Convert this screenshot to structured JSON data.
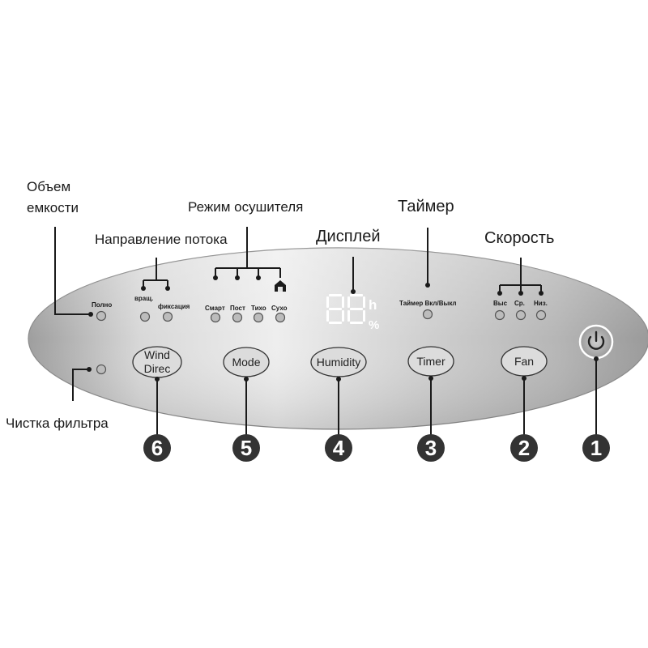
{
  "callouts": {
    "tank_volume": [
      "Объем",
      "емкости"
    ],
    "airflow_direction": "Направление потока",
    "dryer_mode": "Режим осушителя",
    "display": "Дисплей",
    "timer": "Таймер",
    "speed": "Скорость",
    "filter_clean": "Чистка фильтра"
  },
  "panel": {
    "full_indicator": "Полно",
    "swing": "вращ.",
    "fixed": "фиксация",
    "modes": [
      "Смарт",
      "Пост",
      "Тихо",
      "Сухо"
    ],
    "timer_toggle": "Таймер Вкл/Выкл",
    "speeds": [
      "Выс",
      "Ср.",
      "Низ."
    ],
    "display_digits": "88",
    "display_unit_h": "h",
    "display_unit_pct": "%"
  },
  "buttons": {
    "wind_direction": [
      "Wind",
      "Direc"
    ],
    "mode": "Mode",
    "humidity": "Humidity",
    "timer": "Timer",
    "fan": "Fan",
    "power_icon": "power-icon"
  },
  "numbers": [
    "6",
    "5",
    "4",
    "3",
    "2",
    "1"
  ],
  "colors": {
    "panel_light": "#e6e6e6",
    "panel_dark": "#a8a8a8",
    "badge": "#333333",
    "power_ring": "#ffffff"
  }
}
